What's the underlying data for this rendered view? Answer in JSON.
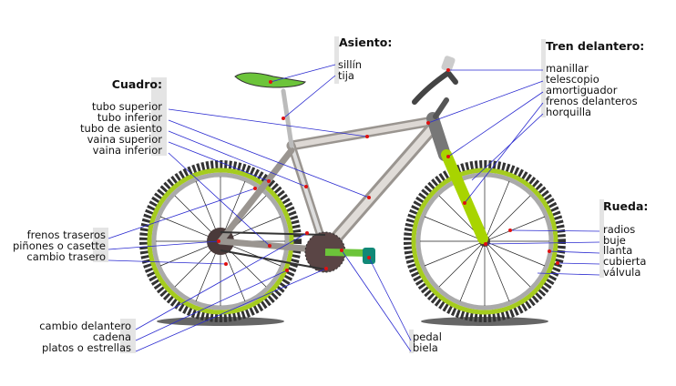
{
  "asiento": {
    "title": "Asiento:",
    "items": [
      "sillín",
      "tija"
    ]
  },
  "cuadro": {
    "title": "Cuadro:",
    "items": [
      "tubo superior",
      "tubo inferior",
      "tubo de asiento",
      "vaina superior",
      "vaina inferior"
    ]
  },
  "tren_delantero": {
    "title": "Tren delantero:",
    "items": [
      "manillar",
      "telescopio",
      "amortiguador",
      "frenos delanteros",
      "horquilla"
    ]
  },
  "rueda": {
    "title": "Rueda:",
    "items": [
      "radios",
      "buje",
      "llanta",
      "cubierta",
      "válvula"
    ]
  },
  "transmision_trasera": {
    "items": [
      "frenos traseros",
      "piñones o casette",
      "cambio trasero"
    ]
  },
  "transmision_delantera": {
    "items": [
      "cambio delantero",
      "cadena",
      "platos o estrellas"
    ]
  },
  "pedales": {
    "items": [
      "pedal",
      "biela"
    ]
  },
  "colors": {
    "line": "#2a2ad0",
    "marker": "#e01010",
    "tire": "#333333",
    "rim": "#a5cc1e",
    "fork": "#a8d400",
    "saddle": "#6cc43a"
  }
}
